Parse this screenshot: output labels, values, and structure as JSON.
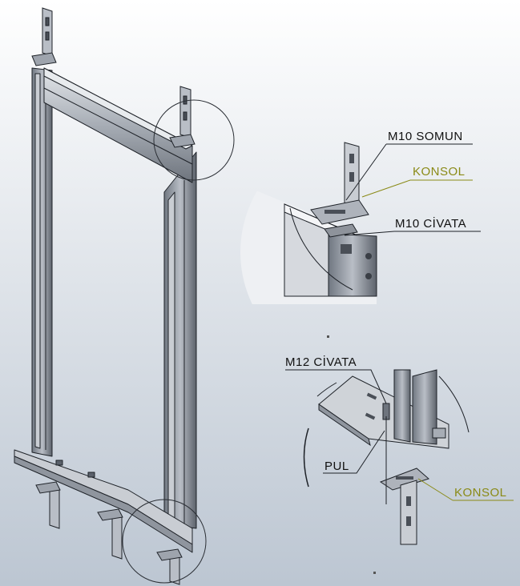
{
  "background": {
    "top": "#ffffff",
    "bottom": "#bcc6d2"
  },
  "colors": {
    "metal_light": "#c9cdd3",
    "metal_mid": "#9ea4ad",
    "metal_dark": "#5b616b",
    "edge": "#1e2228",
    "label_black": "#111111",
    "label_olive": "#8a8a16"
  },
  "labels": {
    "m10_somun": "M10 SOMUN",
    "konsol_top": "KONSOL",
    "m10_civata": "M10 CİVATA",
    "m12_civata": "M12 CİVATA",
    "pul": "PUL",
    "konsol_bottom": "KONSOL"
  }
}
